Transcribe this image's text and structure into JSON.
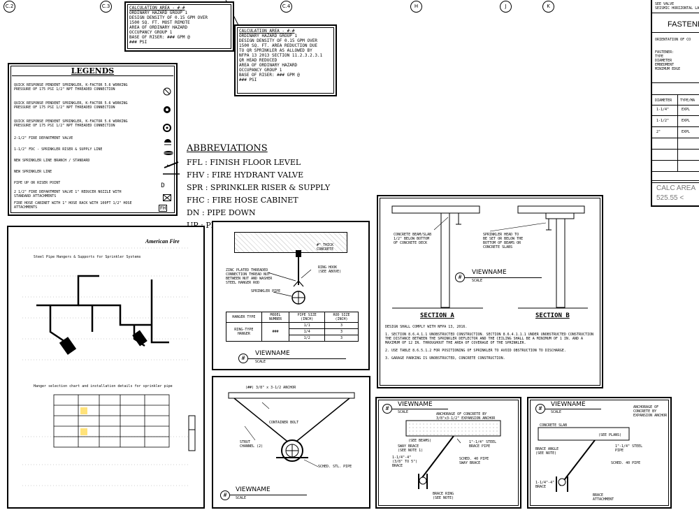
{
  "grid_bubbles": [
    "C.2",
    "C.3",
    "C.4",
    "H",
    "J",
    "K"
  ],
  "calc_area_1": {
    "lines": [
      "CALCULATION AREA - #-#",
      "ORDINARY HAZARD GROUP 1",
      "DESIGN DENSITY OF 0.15 GPM OVER",
      "1500 SQ. FT. MOST REMOTE",
      "AREA OF ORDINARY HAZARD",
      "OCCUPANCY GROUP 1",
      "BASE OF RISER: ### GPM @",
      "### PSI"
    ]
  },
  "calc_area_2": {
    "lines": [
      "CALCULATION AREA - #-#",
      "ORDINARY HAZARD GROUP 1",
      "DESIGN DENSITY OF 0.15 GPM OVER",
      "1500 SQ. FT. AREA REDUCTION DUE",
      "TO QR SPRINKLER AS ALLOWED BY",
      "NFPA 13 2013 SECTION 11.2.3.2.3.1",
      "QR HEAD REDUCED",
      "AREA OF ORDINARY HAZARD",
      "OCCUPANCY GROUP 1",
      "BASE OF RISER: ### GPM @",
      "### PSI"
    ]
  },
  "legends": {
    "title": "LEGENDS",
    "items": [
      {
        "text": "QUICK RESPONSE PENDENT SPRINKLER, K-FACTOR 5.6 WORKING PRESSURE OF 175 PSI 1/2\" NPT THREADED CONNECTION",
        "symbol": "circle-x"
      },
      {
        "text": "QUICK RESPONSE PENDENT SPRINKLER, K-FACTOR 5.6 WORKING PRESSURE OF 175 PSI 1/2\" NPT THREADED CONNECTION",
        "symbol": "circle-fill"
      },
      {
        "text": "QUICK RESPONSE PENDENT SPRINKLER, K-FACTOR 5.6 WORKING PRESSURE OF 175 PSI 1/2\" NPT THREADED CONNECTION",
        "symbol": "circle-dot"
      },
      {
        "text": "2-1/2\" FIRE DEPARTMENT VALVE",
        "symbol": "valve"
      },
      {
        "text": "1-1/2\" FDC - SPRINKLER RISER & SUPPLY LINE",
        "symbol": "riser"
      },
      {
        "text": "NEW SPRINKLER LINE BRANCH / STANDARD",
        "symbol": "branch"
      },
      {
        "text": "NEW SPRINKLER LINE",
        "symbol": "line"
      },
      {
        "text": "PIPE UP OR RISER POINT",
        "symbol": "D"
      },
      {
        "text": "2 1/2\" FIRE DEPARTMENT VALVE 1\" REDUCER NOZZLE WITH STANDARD ATTACHMENTS",
        "symbol": "box-x"
      },
      {
        "text": "FIRE HOSE CABINET WITH 1\" HOSE RACK WITH 100FT 1/2\" HOSE ATTACHMENTS",
        "symbol": "FH"
      }
    ]
  },
  "abbreviations": {
    "title": "ABBREVIATIONS",
    "items": [
      "FFL : FINISH FLOOR LEVEL",
      "FHV : FIRE HYDRANT VALVE",
      "SPR : SPRINKLER RISER & SUPPLY",
      "FHC : FIRE HOSE CABINET",
      "DN : PIPE DOWN",
      "UP : PIPE UP / RISES"
    ]
  },
  "title_block": {
    "header": "FASTENE",
    "top_note": "SEE VALVE\nSEISMIC HORIZONTAL LA",
    "orientation": "ORIENTATION OF CO",
    "fasteners": [
      "FASTENER:",
      "TYPE",
      "DIAMETER",
      "EMBEDMENT",
      "MINIMUM EDGE"
    ],
    "table_head": [
      "DIAMETER",
      "TYPE/MA"
    ],
    "rows": [
      [
        "1-1/4\"",
        "EXPL"
      ],
      [
        "1-1/2\"",
        "EXPL"
      ],
      [
        "2\"",
        "EXPL"
      ]
    ],
    "calc_area": "CALC AREA",
    "calc_value": "525.55 <"
  },
  "hanger_detail": {
    "slab_note": "#\" THICK\nCONCRETE",
    "labels": [
      "RING HOOK\n(SEE ABOVE)",
      "ZINC PLATED THREADED CONNECTION THREAD NUT\nBETWEEN NUT AND WASHER\nSTEEL HANGER ROD",
      "SPRINKLER PIPE"
    ],
    "table_header": [
      "HANGER TYPE",
      "MODEL NUMBER",
      "PIPE SIZE (INCH)",
      "ROD SIZE (INCH)"
    ],
    "table_rows": [
      [
        "RING-TYPE HANGER",
        "###",
        "1/1",
        "3"
      ],
      [
        "",
        "",
        "1/4",
        "3"
      ],
      [
        "",
        "",
        "1/2",
        "3"
      ]
    ],
    "viewname": "VIEWNAME",
    "scale": "SCALE"
  },
  "sections": {
    "section_a": "SECTION A",
    "section_b": "SECTION B",
    "note_a": "CONCRETE BEAM/SLAB\n1/2\" BELOW BOTTOM\nOF CONCRETE DECK",
    "note_b": "SPRINKLER HEAD TO\nBE SET OR BELOW THE\nBOTTOM OF BEAMS OR\nCONCRETE SLABS",
    "viewname": "VIEWNAME",
    "scale": "SCALE",
    "notes": [
      "DESIGN SHALL COMPLY WITH NFPA 13, 2016.",
      "1. SECTION 8.6.4.1.1 UNOBSTRUCTED CONSTRUCTION. SECTION 8.6.4.1.1.1 UNDER UNOBSTRUCTED CONSTRUCTION THE DISTANCE BETWEEN THE SPRINKLER DEFLECTOR AND THE CEILING SHALL BE A MINIMUM OF 1 IN. AND A MAXIMUM OF 12 IN. THROUGHOUT THE AREA OF COVERAGE OF THE SPRINKLER.",
      "2. USE TABLE 8.6.5.1.2 FOR POSITIONING OF SPRINKLER TO AVOID OBSTRUCTION TO DISCHARGE.",
      "3. GARAGE PARKING IS UNOBSTRUCTED, CONCRETE CONSTRUCTION."
    ]
  },
  "trapeze_detail": {
    "top_label": "(##) 3/8\" x 3-1/2 ANCHOR",
    "rod_label": "CONTAINER BOLT",
    "strut_label": "STRUT\nCHANNEL (2)",
    "pipe_label": "SCHED. STL. PIPE",
    "viewname": "VIEWNAME",
    "scale": "SCALE"
  },
  "brace_detail_1": {
    "labels": [
      "ANCHORAGE OF CONCRETE BY\n3/8\"x3-1/2\" EXPANSION ANCHOR",
      "(SEE BEAMS)",
      "SWAY BRACE\n(SEE NOTE 1)",
      "1\"-1/4\" STEEL\nBRACE PIPE",
      "1-1/4\"-4\"\n(3/8\" TO 5\")\nBRACE",
      "SCHED. 40 PIPE\nSWAY BRACE",
      "BRACE RING\n(SEE NOTE)"
    ],
    "viewname": "VIEWNAME",
    "scale": "SCALE"
  },
  "brace_detail_2": {
    "labels": [
      "CONCRETE SLAB",
      "ANCHORAGE OF\nCONCRETE BY\nEXPANSION ANCHOR",
      "(SEE PLANS)",
      "1\"-1/4\" STEEL\nPIPE",
      "BRACE ANGLE\n(SEE NOTE)",
      "SCHED. 40 PIPE",
      "1-1/4\"-4\"\nBRACE",
      "BRACE\nATTACHMENT"
    ],
    "viewname": "VIEWNAME",
    "scale": "SCALE"
  },
  "reference_sheet": {
    "title": "American Fire",
    "subtitle_1": "Steel Pipe Hangers & Supports for Sprinkler Systems",
    "subtitle_2": "Hanger selection chart and installation details for sprinkler pipe"
  }
}
